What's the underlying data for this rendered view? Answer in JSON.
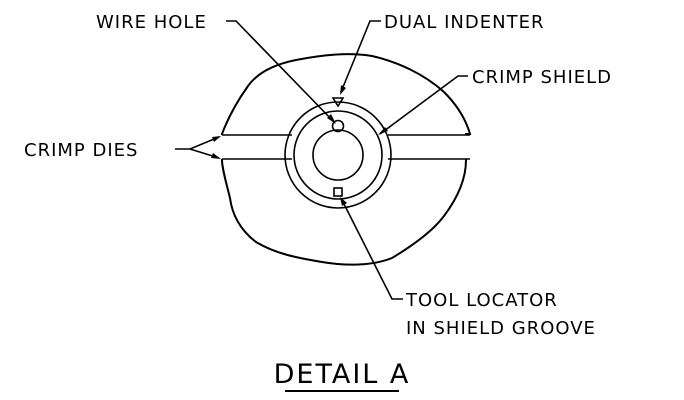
{
  "labels": {
    "wire_hole": "WIRE HOLE",
    "dual_indenter": "DUAL INDENTER",
    "crimp_shield": "CRIMP SHIELD",
    "crimp_dies": "CRIMP DIES",
    "tool_locator_line1": "TOOL LOCATOR",
    "tool_locator_line2": "IN SHIELD GROOVE"
  },
  "title": "DETAIL A",
  "colors": {
    "ink": "#000000",
    "background": "#ffffff"
  }
}
